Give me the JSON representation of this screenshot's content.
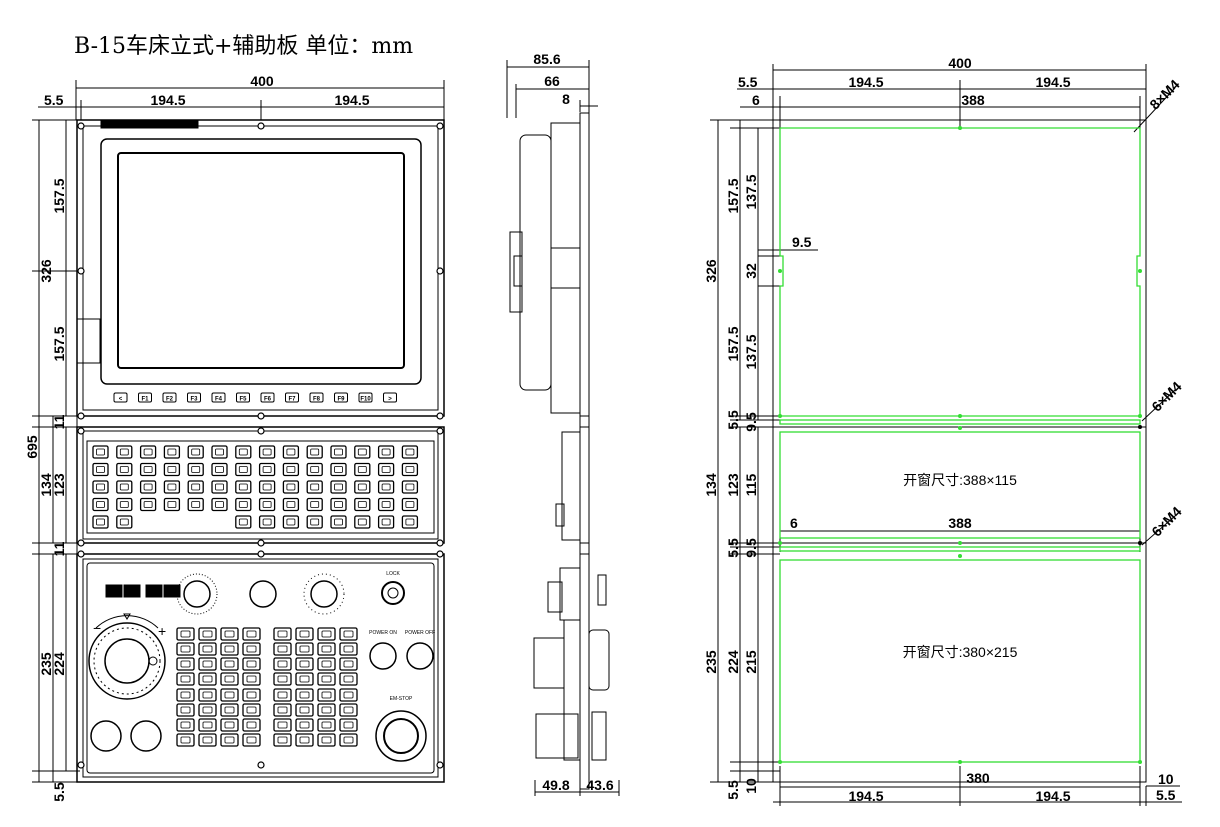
{
  "title": "B-15车床立式+辅助板   单位：mm",
  "front": {
    "width_total": "400",
    "half_left": "194.5",
    "half_right": "194.5",
    "edge": "5.5",
    "height_total": "695",
    "upper_height": "326",
    "upper_half_a": "157.5",
    "upper_half_b": "157.5",
    "gap_a": "11",
    "gap_b": "11",
    "kbd_outer": "134",
    "kbd_inner": "123",
    "op_outer": "235",
    "op_inner": "224",
    "bottom_edge": "5.5",
    "softkeys": [
      "<",
      "F1",
      "F2",
      "F3",
      "F4",
      "F5",
      "F6",
      "F7",
      "F8",
      "F9",
      "F10",
      ">"
    ],
    "op_labels": {
      "lock": "LOCK",
      "power_on": "POWER ON",
      "power_off": "POWER OFF",
      "estop": "EM-STOP"
    }
  },
  "side": {
    "depth_total": "85.6",
    "depth_mid": "66",
    "panel_thick": "8",
    "bottom_left": "49.8",
    "bottom_right": "43.6"
  },
  "cutout": {
    "width_total": "400",
    "edge_left": "5.5",
    "half_left": "194.5",
    "half_right": "194.5",
    "offset": "6",
    "inner_width": "388",
    "holes_top": "8×M4",
    "holes_mid": "6×M4",
    "holes_low": "6×M4",
    "h_total": "326",
    "h_157_a": "157.5",
    "h_137_a": "137.5",
    "notch_w": "9.5",
    "notch_h": "32",
    "h_157_b": "157.5",
    "h_137_b": "137.5",
    "gap_55_a": "5.5",
    "gap_95_a": "9.5",
    "h_134": "134",
    "h_123": "123",
    "h_115": "115",
    "window1": "开窗尺寸:388×115",
    "offset_b": "6",
    "inner_width_b": "388",
    "gap_55_b": "5.5",
    "gap_95_b": "9.5",
    "h_235": "235",
    "h_224": "224",
    "h_215": "215",
    "window2": "开窗尺寸:380×215",
    "bottom_55": "5.5",
    "bottom_10": "10",
    "bottom_380": "380",
    "right_10": "10",
    "bottom_half_left": "194.5",
    "bottom_half_right": "194.5",
    "right_55": "5.5"
  }
}
